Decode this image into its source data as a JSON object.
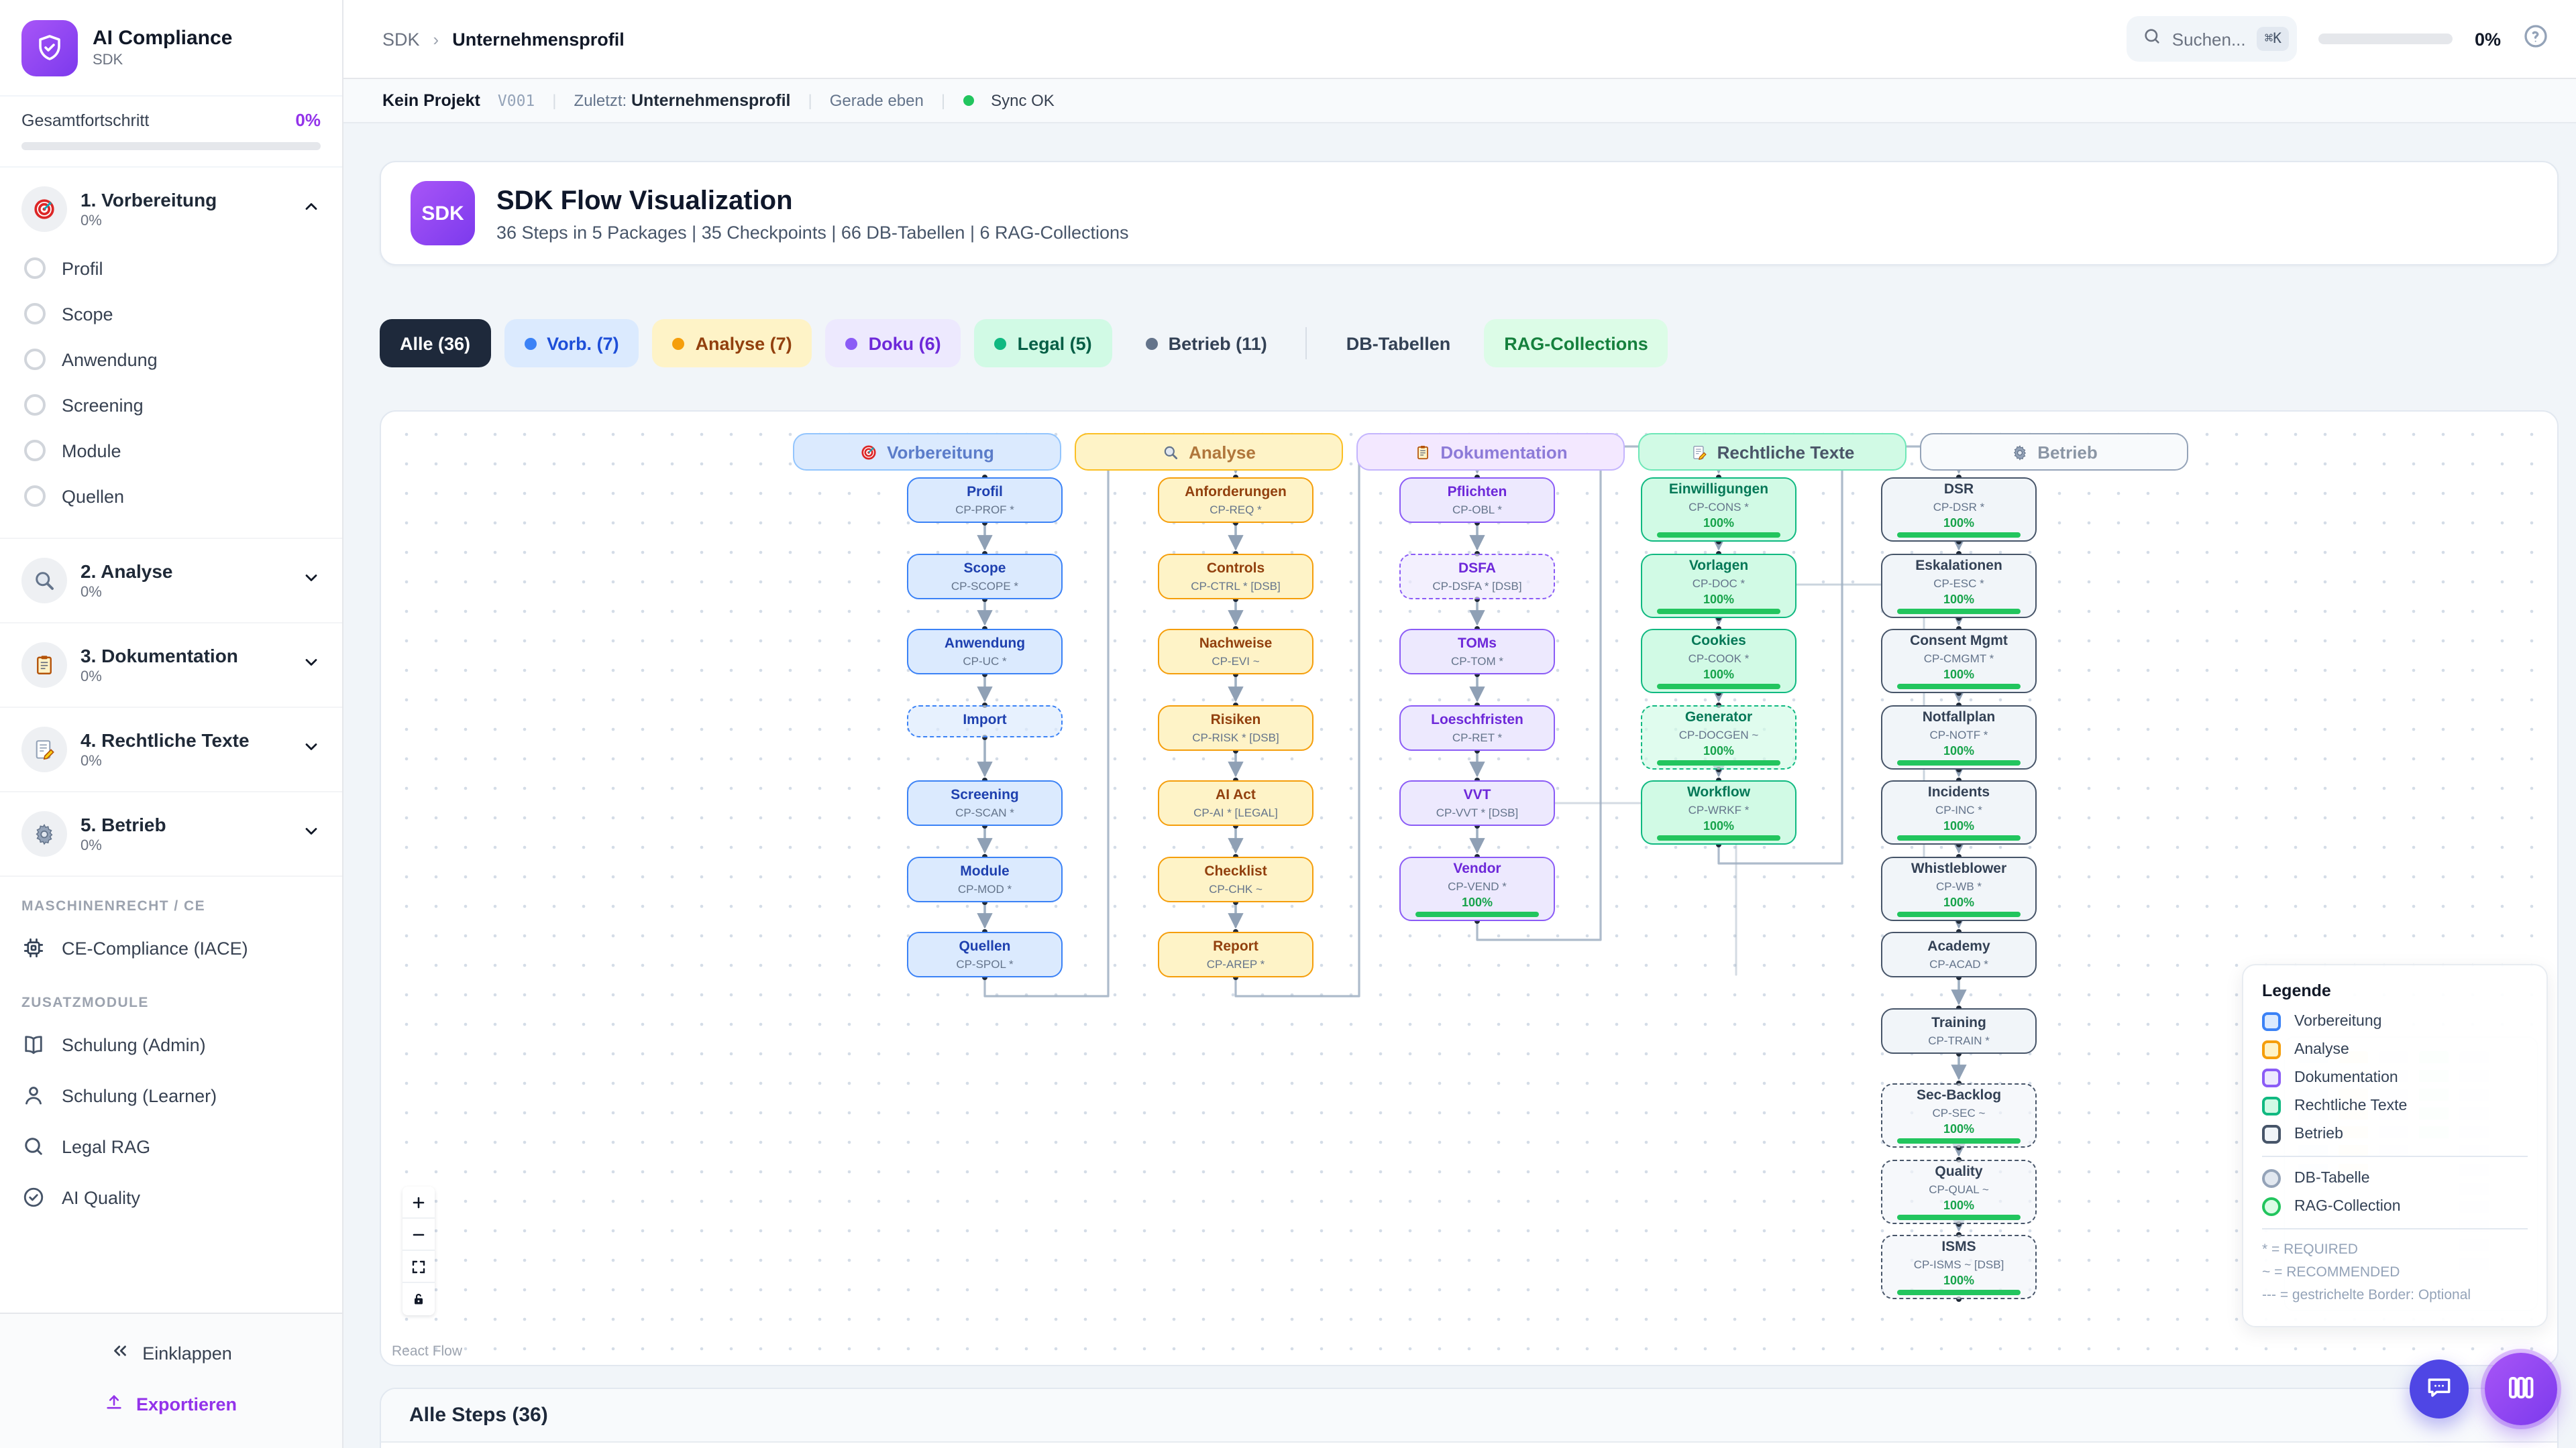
{
  "sidebar": {
    "logo": {
      "icon": "shield-check-icon",
      "title": "AI Compliance",
      "subtitle": "SDK"
    },
    "progress": {
      "label": "Gesamtfortschritt",
      "value": "0%",
      "accent": "#9333ea"
    },
    "sections": [
      {
        "icon": "target-icon",
        "label": "1. Vorbereitung",
        "pct": "0%",
        "expanded": true,
        "items": [
          "Profil",
          "Scope",
          "Anwendung",
          "Screening",
          "Module",
          "Quellen"
        ]
      },
      {
        "icon": "magnifier-icon",
        "label": "2. Analyse",
        "pct": "0%",
        "expanded": false
      },
      {
        "icon": "clipboard-icon",
        "label": "3. Dokumentation",
        "pct": "0%",
        "expanded": false
      },
      {
        "icon": "memo-icon",
        "label": "4. Rechtliche Texte",
        "pct": "0%",
        "expanded": false
      },
      {
        "icon": "gear-icon",
        "label": "5. Betrieb",
        "pct": "0%",
        "expanded": false
      }
    ],
    "groups": [
      {
        "header": "MASCHINENRECHT / CE",
        "items": [
          {
            "icon": "chip-icon",
            "label": "CE-Compliance (IACE)"
          }
        ]
      },
      {
        "header": "ZUSATZMODULE",
        "items": [
          {
            "icon": "book-icon",
            "label": "Schulung (Admin)"
          },
          {
            "icon": "person-icon",
            "label": "Schulung (Learner)"
          },
          {
            "icon": "search-icon",
            "label": "Legal RAG"
          },
          {
            "icon": "check-circle-icon",
            "label": "AI Quality"
          }
        ]
      }
    ],
    "footer": {
      "collapse": "Einklappen",
      "export": "Exportieren"
    }
  },
  "header": {
    "breadcrumb": {
      "root": "SDK",
      "current": "Unternehmensprofil"
    },
    "search": {
      "icon": "search-icon",
      "placeholder": "Suchen...",
      "shortcut": "⌘K"
    },
    "progress_value": "0%",
    "help_icon": "help-circle-icon"
  },
  "statusbar": {
    "project": "Kein Projekt",
    "version": "V001",
    "last_label": "Zuletzt:",
    "last_value": "Unternehmensprofil",
    "time": "Gerade eben",
    "sync": "Sync OK",
    "sync_color": "#22c55e"
  },
  "hero": {
    "badge": "SDK",
    "title": "SDK Flow Visualization",
    "subtitle": "36 Steps in 5 Packages | 35 Checkpoints | 66 DB-Tabellen | 6 RAG-Collections"
  },
  "filters": {
    "chips": [
      {
        "label": "Alle (36)",
        "bg": "#1e293b",
        "fg": "#ffffff",
        "active": true
      },
      {
        "label": "Vorb. (7)",
        "bg": "#dbeafe",
        "fg": "#1d4ed8",
        "dot": "#3b82f6"
      },
      {
        "label": "Analyse (7)",
        "bg": "#fef3c7",
        "fg": "#92400e",
        "dot": "#f59e0b"
      },
      {
        "label": "Doku (6)",
        "bg": "#ede9fe",
        "fg": "#6d28d9",
        "dot": "#8b5cf6"
      },
      {
        "label": "Legal (5)",
        "bg": "#d1fae5",
        "fg": "#065f46",
        "dot": "#10b981"
      },
      {
        "label": "Betrieb (11)",
        "bg": "#f1f5f9",
        "fg": "#334155",
        "dot": "#64748b"
      },
      {
        "divider": true
      },
      {
        "label": "DB-Tabellen",
        "bg": "#f1f5f9",
        "fg": "#334155"
      },
      {
        "label": "RAG-Collections",
        "bg": "#dcfce7",
        "fg": "#15803d"
      }
    ]
  },
  "flow": {
    "colors": {
      "vorbereitung": {
        "border": "#3b82f6",
        "bg": "#dbeafe",
        "title": "#1e40af",
        "headerBg": "#dbeafe",
        "headerBorder": "#93c5fd",
        "headerText": "#5b7cc9"
      },
      "analyse": {
        "border": "#f59e0b",
        "bg": "#fef3c7",
        "title": "#92400e",
        "headerBg": "#fef3c7",
        "headerBorder": "#fbbf24",
        "headerText": "#b0763b"
      },
      "dokumentation": {
        "border": "#8b5cf6",
        "bg": "#ede9fe",
        "title": "#6d28d9",
        "headerBg": "#f3e8ff",
        "headerBorder": "#c4b5fd",
        "headerText": "#8d7bd8"
      },
      "rechtliche": {
        "border": "#10b981",
        "bg": "#d1fae5",
        "title": "#047857",
        "headerBg": "#d1fae5",
        "headerBorder": "#6ee7b7",
        "headerText": "#4a5568"
      },
      "betrieb": {
        "border": "#475569",
        "bg": "#f1f5f9",
        "title": "#334155",
        "headerBg": "#f8fafc",
        "headerBorder": "#94a3b8",
        "headerText": "#8b96a5"
      }
    },
    "columns": [
      {
        "key": "vorbereitung",
        "icon": "target-icon",
        "label": "Vorbereitung",
        "nodes": [
          {
            "title": "Profil",
            "code": "CP-PROF *"
          },
          {
            "title": "Scope",
            "code": "CP-SCOPE *"
          },
          {
            "title": "Anwendung",
            "code": "CP-UC *"
          },
          {
            "title": "Import",
            "dashed": true
          },
          {
            "title": "Screening",
            "code": "CP-SCAN *"
          },
          {
            "title": "Module",
            "code": "CP-MOD *"
          },
          {
            "title": "Quellen",
            "code": "CP-SPOL *"
          }
        ]
      },
      {
        "key": "analyse",
        "icon": "magnifier-icon",
        "label": "Analyse",
        "nodes": [
          {
            "title": "Anforderungen",
            "code": "CP-REQ *"
          },
          {
            "title": "Controls",
            "code": "CP-CTRL * [DSB]"
          },
          {
            "title": "Nachweise",
            "code": "CP-EVI ~"
          },
          {
            "title": "Risiken",
            "code": "CP-RISK * [DSB]"
          },
          {
            "title": "AI Act",
            "code": "CP-AI * [LEGAL]"
          },
          {
            "title": "Checklist",
            "code": "CP-CHK ~"
          },
          {
            "title": "Report",
            "code": "CP-AREP *"
          }
        ]
      },
      {
        "key": "dokumentation",
        "icon": "clipboard-icon",
        "label": "Dokumentation",
        "nodes": [
          {
            "title": "Pflichten",
            "code": "CP-OBL *"
          },
          {
            "title": "DSFA",
            "code": "CP-DSFA * [DSB]",
            "dashed": true
          },
          {
            "title": "TOMs",
            "code": "CP-TOM *"
          },
          {
            "title": "Loeschfristen",
            "code": "CP-RET *"
          },
          {
            "title": "VVT",
            "code": "CP-VVT * [DSB]"
          },
          {
            "title": "Vendor",
            "code": "CP-VEND *",
            "progress": "100%"
          }
        ]
      },
      {
        "key": "rechtliche",
        "icon": "memo-icon",
        "label": "Rechtliche Texte",
        "nodes": [
          {
            "title": "Einwilligungen",
            "code": "CP-CONS *",
            "progress": "100%"
          },
          {
            "title": "Vorlagen",
            "code": "CP-DOC *",
            "progress": "100%"
          },
          {
            "title": "Cookies",
            "code": "CP-COOK *",
            "progress": "100%"
          },
          {
            "title": "Generator",
            "code": "CP-DOCGEN ~",
            "progress": "100%",
            "dashed": true
          },
          {
            "title": "Workflow",
            "code": "CP-WRKF *",
            "progress": "100%"
          }
        ]
      },
      {
        "key": "betrieb",
        "icon": "gear-icon",
        "label": "Betrieb",
        "nodes": [
          {
            "title": "DSR",
            "code": "CP-DSR *",
            "progress": "100%"
          },
          {
            "title": "Eskalationen",
            "code": "CP-ESC *",
            "progress": "100%"
          },
          {
            "title": "Consent Mgmt",
            "code": "CP-CMGMT *",
            "progress": "100%"
          },
          {
            "title": "Notfallplan",
            "code": "CP-NOTF *",
            "progress": "100%"
          },
          {
            "title": "Incidents",
            "code": "CP-INC *",
            "progress": "100%"
          },
          {
            "title": "Whistleblower",
            "code": "CP-WB *",
            "progress": "100%"
          },
          {
            "title": "Academy",
            "code": "CP-ACAD *"
          },
          {
            "title": "Training",
            "code": "CP-TRAIN *"
          },
          {
            "title": "Sec-Backlog",
            "code": "CP-SEC ~",
            "progress": "100%",
            "dashed": true
          },
          {
            "title": "Quality",
            "code": "CP-QUAL ~",
            "progress": "100%",
            "dashed": true
          },
          {
            "title": "ISMS",
            "code": "CP-ISMS ~ [DSB]",
            "progress": "100%",
            "dashed": true
          }
        ]
      }
    ],
    "legend": {
      "title": "Legende",
      "packages": [
        {
          "key": "vorbereitung",
          "label": "Vorbereitung"
        },
        {
          "key": "analyse",
          "label": "Analyse"
        },
        {
          "key": "dokumentation",
          "label": "Dokumentation"
        },
        {
          "key": "rechtliche",
          "label": "Rechtliche Texte"
        },
        {
          "key": "betrieb",
          "label": "Betrieb"
        }
      ],
      "shapes": [
        {
          "label": "DB-Tabelle",
          "fill": "#e2e8f0",
          "border": "#94a3b8"
        },
        {
          "label": "RAG-Collection",
          "fill": "#dcfce7",
          "border": "#22c55e"
        }
      ],
      "notes": [
        "* = REQUIRED",
        "~ = RECOMMENDED",
        "--- = gestrichelte Border: Optional"
      ]
    },
    "controls": [
      {
        "icon": "plus-icon"
      },
      {
        "icon": "minus-icon"
      },
      {
        "icon": "fit-view-icon"
      },
      {
        "icon": "lock-icon"
      }
    ],
    "attribution": "React Flow"
  },
  "bottom": {
    "title": "Alle Steps (36)"
  },
  "fabs": {
    "chat_icon": "chat-bubble-icon",
    "apps_icon": "columns-icon"
  }
}
